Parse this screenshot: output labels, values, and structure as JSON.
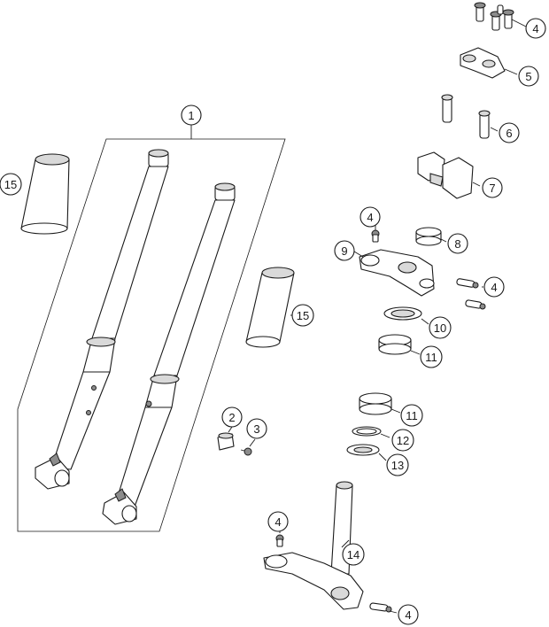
{
  "callouts": [
    {
      "id": "c1",
      "label": "1"
    },
    {
      "id": "c2",
      "label": "2"
    },
    {
      "id": "c3",
      "label": "3"
    },
    {
      "id": "c4a",
      "label": "4"
    },
    {
      "id": "c4b",
      "label": "4"
    },
    {
      "id": "c4c",
      "label": "4"
    },
    {
      "id": "c4d",
      "label": "4"
    },
    {
      "id": "c4e",
      "label": "4"
    },
    {
      "id": "c5",
      "label": "5"
    },
    {
      "id": "c6",
      "label": "6"
    },
    {
      "id": "c7",
      "label": "7"
    },
    {
      "id": "c8",
      "label": "8"
    },
    {
      "id": "c9",
      "label": "9"
    },
    {
      "id": "c10",
      "label": "10"
    },
    {
      "id": "c11a",
      "label": "11"
    },
    {
      "id": "c11b",
      "label": "11"
    },
    {
      "id": "c12",
      "label": "12"
    },
    {
      "id": "c13",
      "label": "13"
    },
    {
      "id": "c14",
      "label": "14"
    },
    {
      "id": "c15a",
      "label": "15"
    },
    {
      "id": "c15b",
      "label": "15"
    }
  ]
}
